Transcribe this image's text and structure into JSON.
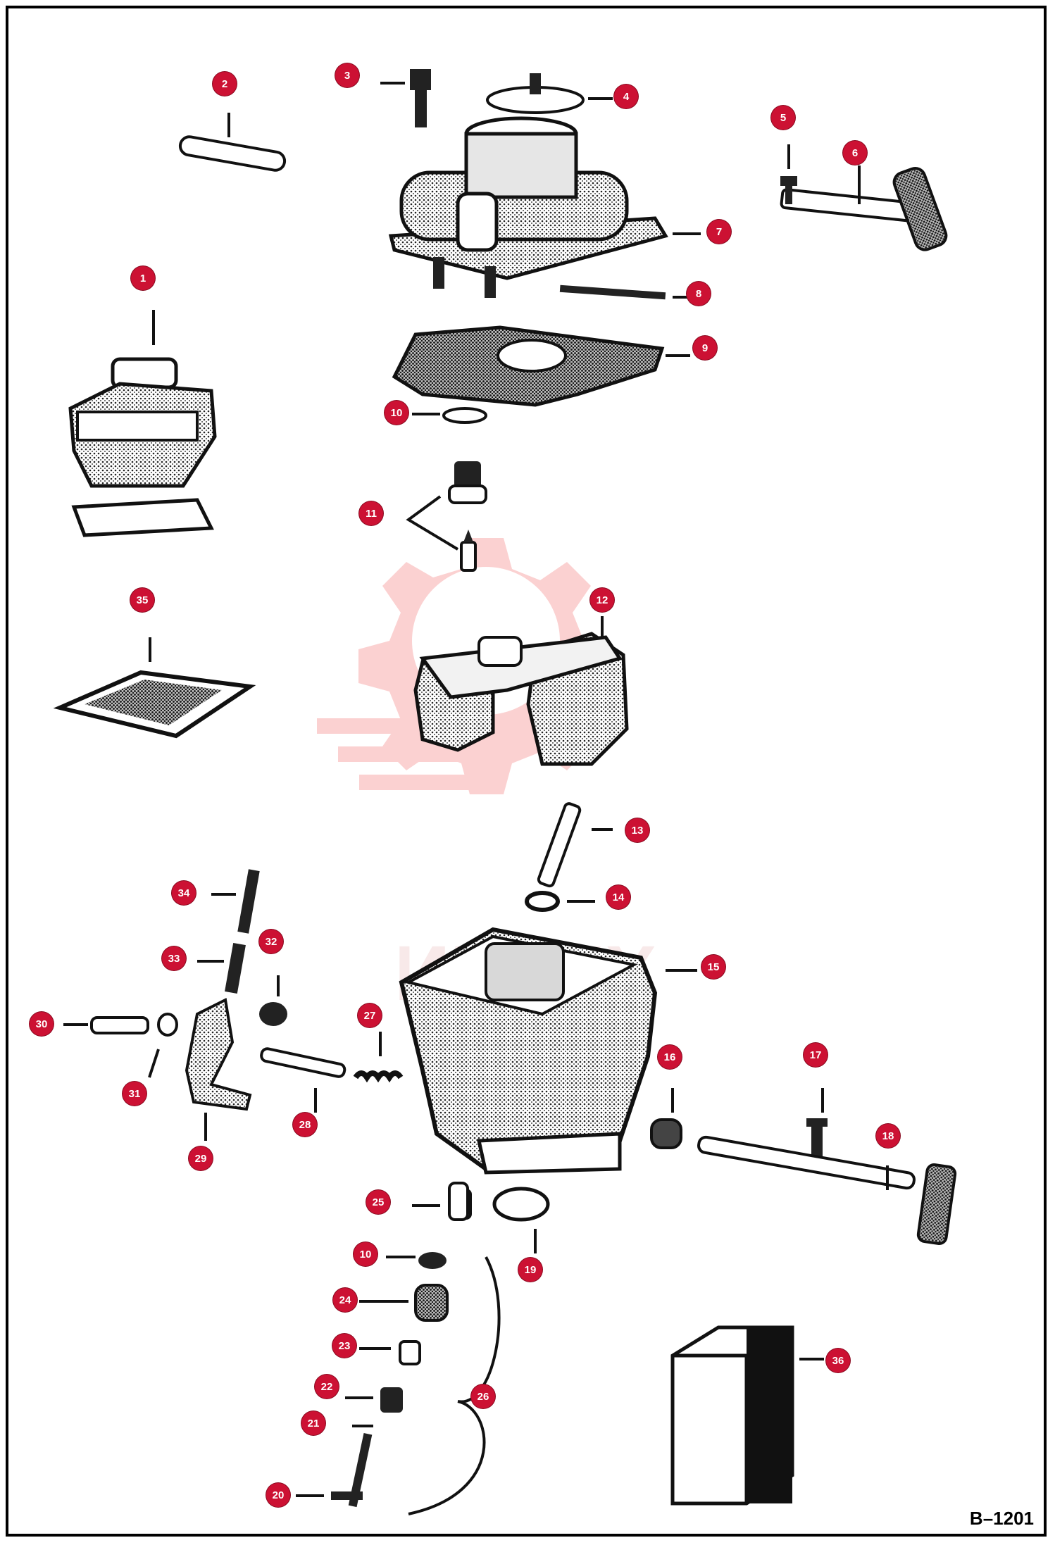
{
  "diagram": {
    "drawing_code": "B–1201",
    "watermark": "ИНТЕХ",
    "colors": {
      "callout": "#cc1133",
      "ink": "#111111",
      "watermark": "#f4c4c4"
    },
    "callouts": [
      {
        "id": "c1",
        "label": "1"
      },
      {
        "id": "c2",
        "label": "2"
      },
      {
        "id": "c3",
        "label": "3"
      },
      {
        "id": "c4",
        "label": "4"
      },
      {
        "id": "c5",
        "label": "5"
      },
      {
        "id": "c6",
        "label": "6"
      },
      {
        "id": "c7",
        "label": "7"
      },
      {
        "id": "c8",
        "label": "8"
      },
      {
        "id": "c9",
        "label": "9"
      },
      {
        "id": "c10a",
        "label": "10"
      },
      {
        "id": "c11",
        "label": "11"
      },
      {
        "id": "c12",
        "label": "12"
      },
      {
        "id": "c13",
        "label": "13"
      },
      {
        "id": "c14",
        "label": "14"
      },
      {
        "id": "c15",
        "label": "15"
      },
      {
        "id": "c16",
        "label": "16"
      },
      {
        "id": "c17",
        "label": "17"
      },
      {
        "id": "c18",
        "label": "18"
      },
      {
        "id": "c19",
        "label": "19"
      },
      {
        "id": "c20",
        "label": "20"
      },
      {
        "id": "c21",
        "label": "21"
      },
      {
        "id": "c22",
        "label": "22"
      },
      {
        "id": "c23",
        "label": "23"
      },
      {
        "id": "c24",
        "label": "24"
      },
      {
        "id": "c25",
        "label": "25"
      },
      {
        "id": "c10b",
        "label": "10"
      },
      {
        "id": "c26",
        "label": "26"
      },
      {
        "id": "c27",
        "label": "27"
      },
      {
        "id": "c28",
        "label": "28"
      },
      {
        "id": "c29",
        "label": "29"
      },
      {
        "id": "c30",
        "label": "30"
      },
      {
        "id": "c31",
        "label": "31"
      },
      {
        "id": "c32",
        "label": "32"
      },
      {
        "id": "c33",
        "label": "33"
      },
      {
        "id": "c34",
        "label": "34"
      },
      {
        "id": "c35",
        "label": "35"
      },
      {
        "id": "c36",
        "label": "36"
      }
    ]
  }
}
